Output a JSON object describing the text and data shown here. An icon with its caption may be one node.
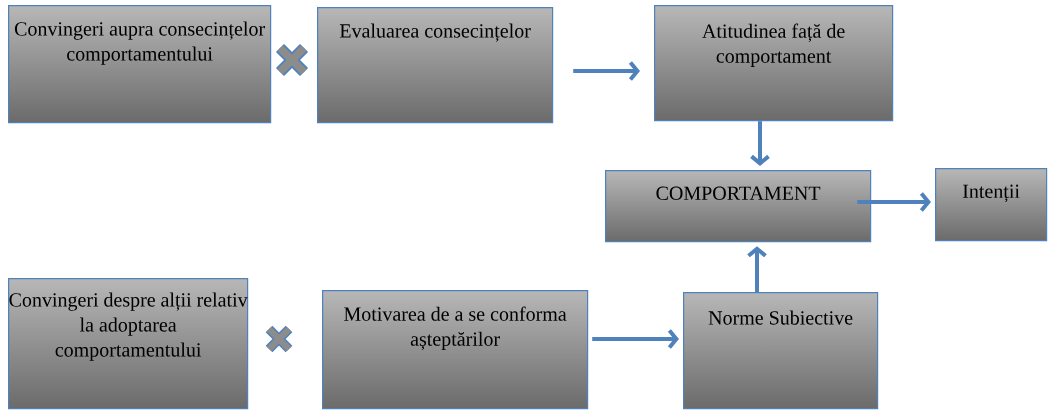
{
  "diagram": {
    "nodes": [
      {
        "text": [
          "Convingeri aupra consecințelor comportamentului"
        ]
      },
      {
        "text": [
          "Evaluarea consecințelor"
        ]
      },
      {
        "text": [
          "Atitudinea față de comportament"
        ]
      },
      {
        "text": [
          "COMPORTAMENT"
        ]
      },
      {
        "text": [
          "Intenții"
        ]
      },
      {
        "text": [
          "Convingeri despre alții relativ la adoptarea comportamentului"
        ]
      },
      {
        "text": [
          "Motivarea de a se conforma așteptărilor"
        ]
      },
      {
        "text": [
          "Norme Subiective"
        ]
      }
    ],
    "edges": [
      {
        "from": 1,
        "to": 2,
        "arrow": "to"
      },
      {
        "from": 2,
        "to": 3,
        "arrow": "to"
      },
      {
        "from": 3,
        "to": 4,
        "arrow": "to"
      },
      {
        "from": 7,
        "to": 3,
        "arrow": "to"
      },
      {
        "from": 6,
        "to": 7,
        "arrow": "to"
      }
    ]
  }
}
